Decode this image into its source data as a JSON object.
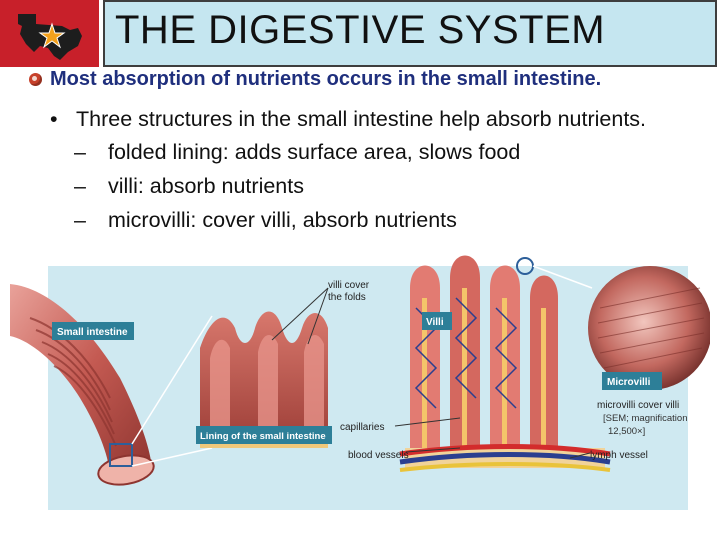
{
  "slide": {
    "title": "THE DIGESTIVE SYSTEM",
    "main_point": "Most absorption of nutrients occurs in the small intestine.",
    "bullet_marker": "•",
    "bullet": "Three structures in the small intestine help absorb nutrients.",
    "sub_marker": "–",
    "sub_items": [
      "folded lining: adds surface area, slows food",
      "villi: absorb nutrients",
      "microvilli: cover villi, absorb nutrients"
    ]
  },
  "figure": {
    "labels": {
      "small_intestine": "Small intestine",
      "lining": "Lining of the small intestine",
      "villi_cover_1": "villi cover",
      "villi_cover_2": "the folds",
      "villi": "Villi",
      "capillaries": "capillaries",
      "blood_vessels": "blood vessels",
      "microvilli": "Microvilli",
      "microvilli_cover": "microvilli cover villi",
      "sem_1": "[SEM; magnification",
      "sem_2": "12,500×]",
      "lymph_vessel": "lymph vessel"
    }
  },
  "colors": {
    "logo_bg": "#c8202a",
    "title_bg": "#c5e6f0",
    "main_point_text": "#1f2f7d",
    "figure_bg": "#cfe9f1",
    "tissue": "#c9625a",
    "label_box": "#2d7f98"
  },
  "icons": [
    "texas-star-logo-icon",
    "bullet-circle-icon"
  ]
}
